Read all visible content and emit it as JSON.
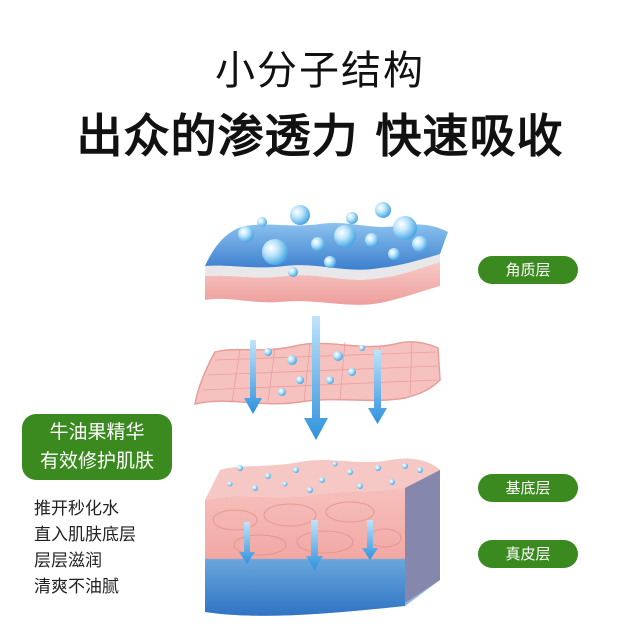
{
  "heading": {
    "subtitle": "小分子结构",
    "title": "出众的渗透力 快速吸收"
  },
  "layers": {
    "stratum_corneum": "角质层",
    "basal_layer": "基底层",
    "dermis": "真皮层"
  },
  "promo": {
    "line1": "牛油果精华",
    "line2": "有效修护肌肤"
  },
  "benefits": [
    "推开秒化水",
    "直入肌肤底层",
    "层层滋润",
    "清爽不油腻"
  ],
  "colors": {
    "accent_green": "#3b8a1f",
    "skin_blue": "#4a90d9",
    "skin_pink": "#f4b6b4",
    "droplet": "#7ec3ee"
  }
}
